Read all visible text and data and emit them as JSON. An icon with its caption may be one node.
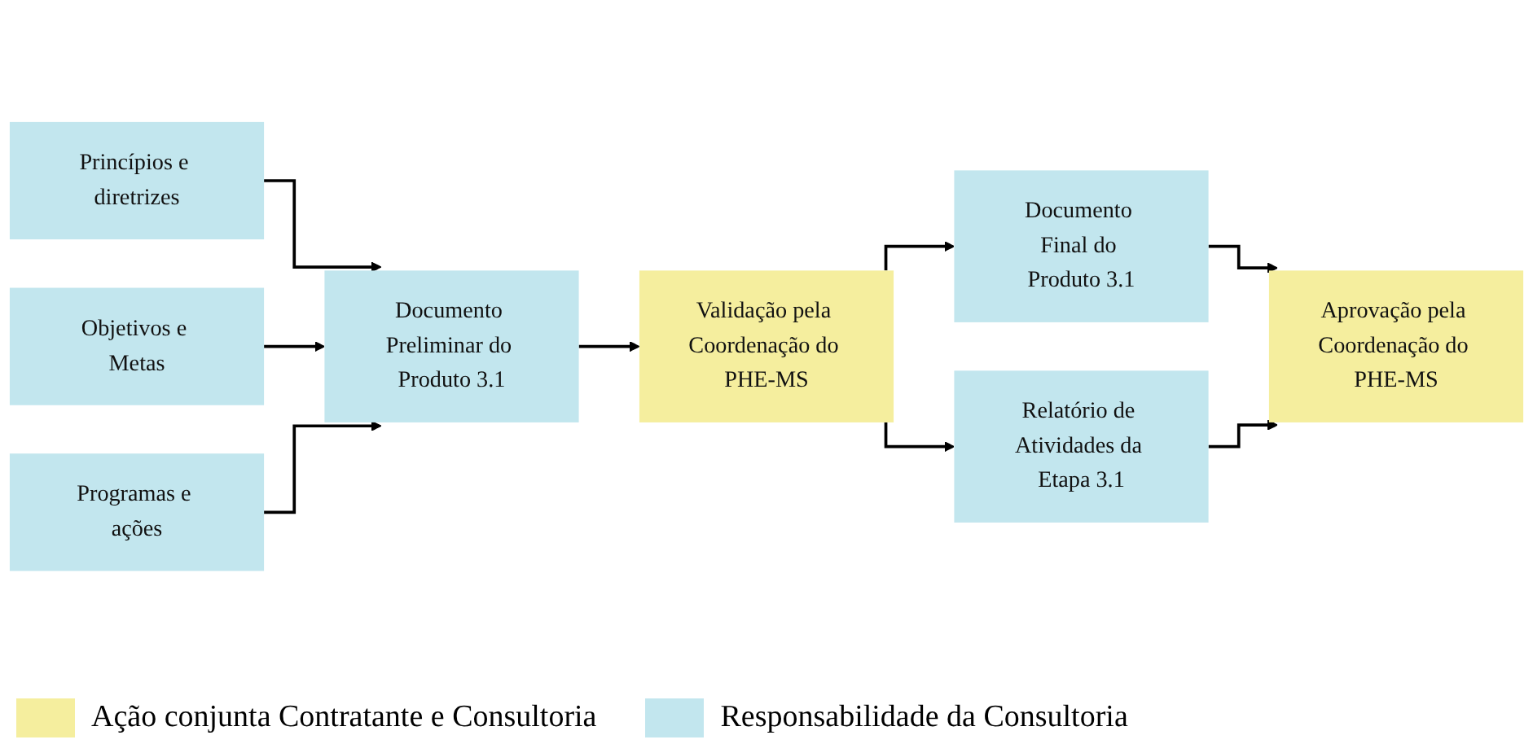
{
  "diagram": {
    "nodes": [
      {
        "text": [
          "Princípios e diretrizes"
        ]
      },
      {
        "text": [
          "Objetivos e Metas"
        ]
      },
      {
        "text": [
          "Programas e ações"
        ]
      },
      {
        "text": [
          "Documento Preliminar do Produto 3.1"
        ]
      },
      {
        "text": [
          "Validação pela Coordenação do PHE-MS"
        ]
      },
      {
        "text": [
          "Documento Final do Produto 3.1"
        ]
      },
      {
        "text": [
          "Relatório de Atividades da Etapa 3.1"
        ]
      },
      {
        "text": [
          "Aprovação pela Coordenação do PHE-MS"
        ]
      }
    ],
    "edges": [
      {
        "from": 0,
        "to": 3,
        "arrow": "to"
      },
      {
        "from": 1,
        "to": 3,
        "arrow": "to"
      },
      {
        "from": 2,
        "to": 3,
        "arrow": "to"
      },
      {
        "from": 3,
        "to": 4,
        "arrow": "to"
      },
      {
        "from": 4,
        "to": 5,
        "arrow": "to"
      },
      {
        "from": 4,
        "to": 6,
        "arrow": "to"
      },
      {
        "from": 5,
        "to": 7,
        "arrow": "to"
      },
      {
        "from": 6,
        "to": 7,
        "arrow": "to"
      }
    ],
    "legend": [
      {
        "text": "Ação conjunta Contratante e Consultoria",
        "color": "#f5ee9e"
      },
      {
        "text": "Responsabilidade da Consultoria",
        "color": "#c2e6ee"
      }
    ]
  }
}
